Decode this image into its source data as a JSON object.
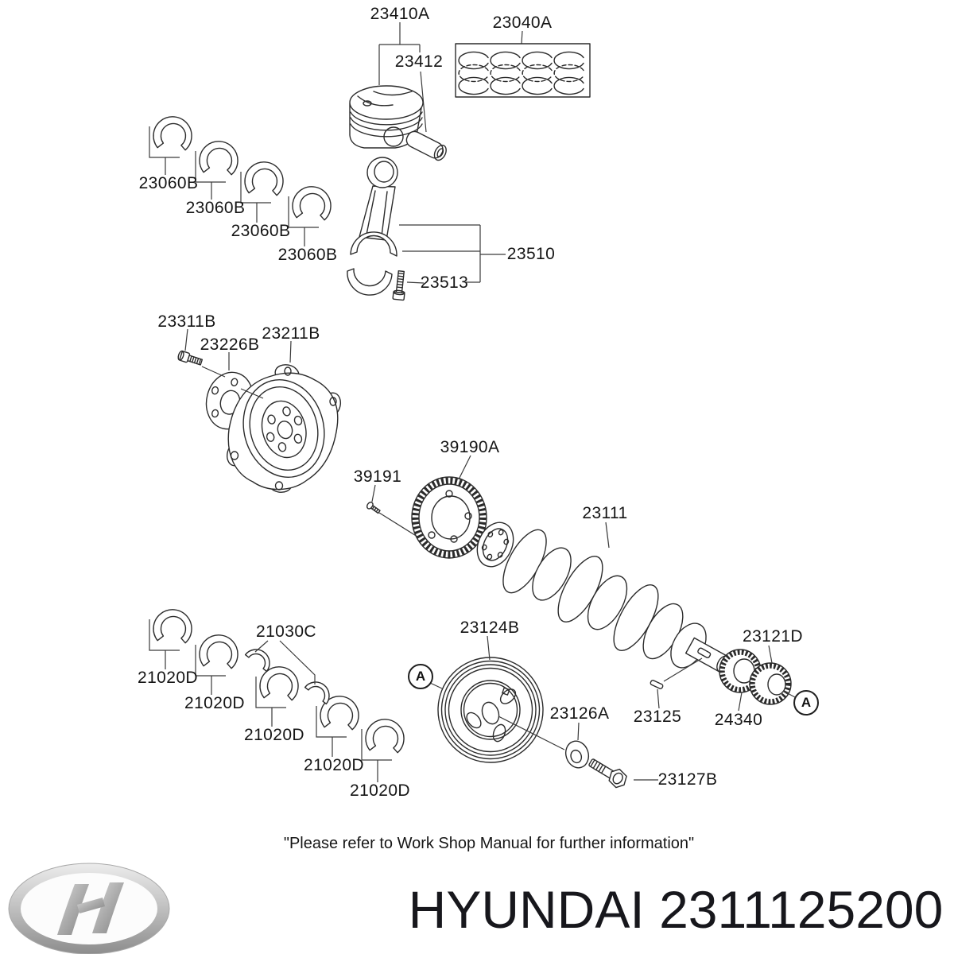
{
  "diagram": {
    "note": "\"Please refer to Work Shop Manual for further information\"",
    "footer": {
      "brand": "HYUNDAI",
      "part_number": "2311125200"
    },
    "detail_marker": "A",
    "callouts": {
      "piston_assembly": "23410A",
      "piston_ring_set": "23040A",
      "piston_pin": "23412",
      "connecting_rod_bearings": [
        "23060B",
        "23060B",
        "23060B",
        "23060B"
      ],
      "connecting_rod": "23510",
      "connecting_rod_bolt": "23513",
      "drive_plate_bolt": "23311B",
      "adapter_plate": "23226B",
      "drive_plate": "23211B",
      "sensor_wheel": "39190A",
      "sensor_wheel_screw": "39191",
      "crankshaft": "23111",
      "crankshaft_pulley": "23124B",
      "thrust_washer_set": "21030C",
      "main_bearings": [
        "21020D",
        "21020D",
        "21020D",
        "21020D",
        "21020D"
      ],
      "pulley_washer": "23126A",
      "woodruff_key": "23125",
      "crankshaft_gear": "24340",
      "timing_sprocket": "23121D",
      "pulley_bolt": "23127B"
    }
  }
}
